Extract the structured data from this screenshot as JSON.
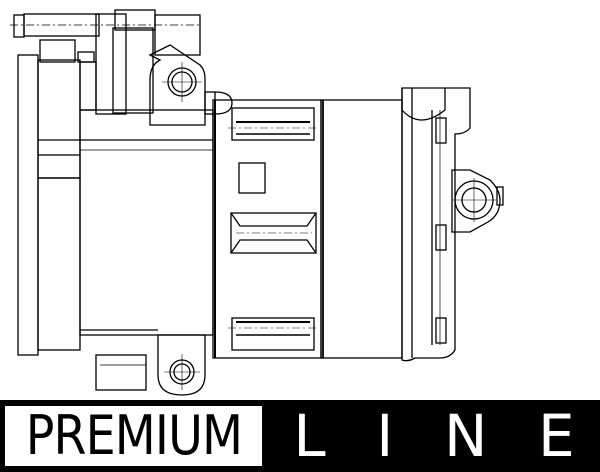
{
  "banner": {
    "brand_left": "PREMIUM",
    "brand_right_letters": [
      "L",
      "I",
      "N",
      "E"
    ],
    "colors": {
      "background": "#000000",
      "box": "#ffffff",
      "text_dark": "#000000",
      "text_light": "#ffffff"
    }
  },
  "drawing": {
    "subject": "compressor-technical-line-drawing",
    "stroke_color": "#000000",
    "background": "#ffffff"
  }
}
